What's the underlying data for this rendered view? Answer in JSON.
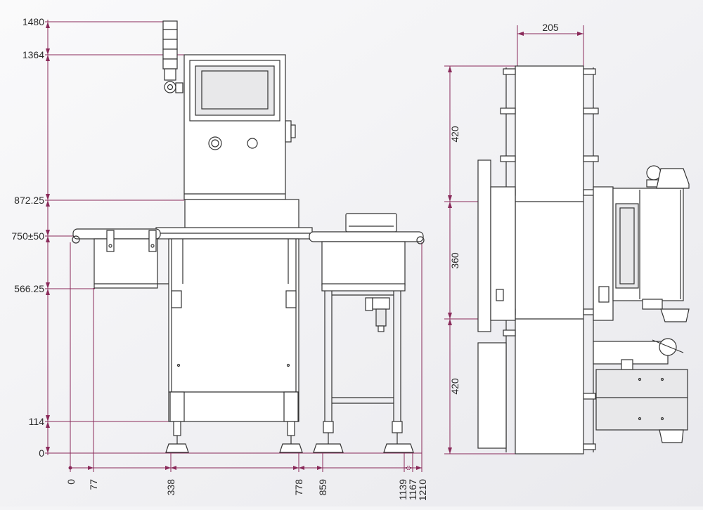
{
  "colors": {
    "dimension_line": "#8a2a5a",
    "machine_line": "#333333",
    "background": "#f4f4f6"
  },
  "front_view": {
    "height_labels": [
      "1480",
      "1364",
      "872.25",
      "750±50",
      "566.25",
      "114",
      "0"
    ],
    "width_labels": [
      "0",
      "77",
      "338",
      "778",
      "859",
      "1139",
      "1167",
      "1210"
    ]
  },
  "side_view": {
    "top_width": "205",
    "segment_labels": [
      "420",
      "360",
      "420"
    ]
  }
}
